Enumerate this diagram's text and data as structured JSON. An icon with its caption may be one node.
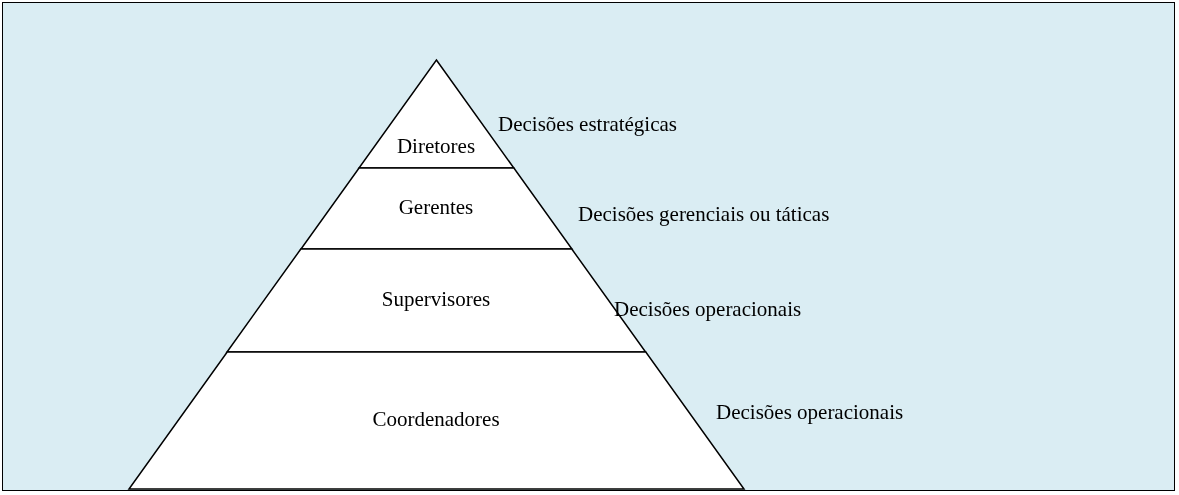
{
  "diagram": {
    "nodes": [
      {
        "text": [
          "Diretores"
        ],
        "beside": [
          "Decisões estratégicas"
        ]
      },
      {
        "text": [
          "Gerentes"
        ],
        "beside": [
          "Decisões gerenciais ou táticas"
        ]
      },
      {
        "text": [
          "Supervisores"
        ],
        "beside": [
          "Decisões operacionais"
        ]
      },
      {
        "text": [
          "Coordenadores"
        ],
        "beside": [
          "Decisões operacionais"
        ]
      }
    ]
  }
}
